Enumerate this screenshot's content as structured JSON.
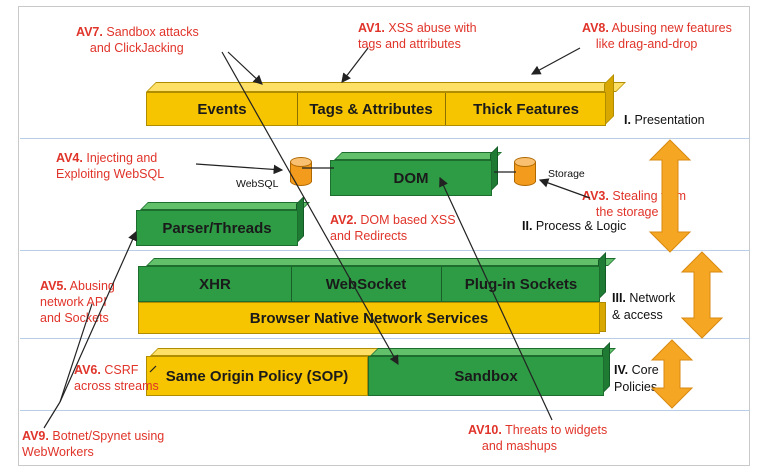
{
  "blocks": {
    "events": "Events",
    "tags_attributes": "Tags & Attributes",
    "thick_features": "Thick Features",
    "dom": "DOM",
    "parser_threads": "Parser/Threads",
    "xhr": "XHR",
    "websocket": "WebSocket",
    "plugin_sockets": "Plug-in Sockets",
    "native_network": "Browser Native Network Services",
    "sop": "Same Origin Policy (SOP)",
    "sandbox": "Sandbox"
  },
  "stores": {
    "websql": "WebSQL",
    "storage": "Storage"
  },
  "layers": {
    "presentation": {
      "num": "I.",
      "name": "Presentation"
    },
    "process": {
      "num": "II.",
      "name": "Process & Logic"
    },
    "network": {
      "num": "III.",
      "line1": "Network",
      "line2": "& access"
    },
    "core": {
      "num": "IV.",
      "line1": "Core",
      "line2": "Policies"
    }
  },
  "vectors": {
    "av1": {
      "id": "AV1.",
      "line1": "XSS abuse with",
      "line2": "tags and attributes"
    },
    "av2": {
      "id": "AV2.",
      "line1": "DOM based XSS",
      "line2": "and Redirects"
    },
    "av3": {
      "id": "AV3.",
      "line1": "Stealing from",
      "line2": "the storage"
    },
    "av4": {
      "id": "AV4.",
      "line1": "Injecting and",
      "line2": "Exploiting WebSQL"
    },
    "av5": {
      "id": "AV5.",
      "line1": "Abusing",
      "line2": "network API",
      "line3": "and Sockets"
    },
    "av6": {
      "id": "AV6.",
      "line1": "CSRF",
      "line2": "across streams"
    },
    "av7": {
      "id": "AV7.",
      "line1": "Sandbox attacks",
      "line2": "and ClickJacking"
    },
    "av8": {
      "id": "AV8.",
      "line1": "Abusing new features",
      "line2": "like drag-and-drop"
    },
    "av9": {
      "id": "AV9.",
      "line1": "Botnet/Spynet using",
      "line2": "WebWorkers"
    },
    "av10": {
      "id": "AV10.",
      "line1": "Threats to widgets",
      "line2": "and mashups"
    }
  },
  "colors": {
    "attack_text": "#e0342a",
    "yellow_block": "#f7c500",
    "green_block": "#2e9b45",
    "arrow_orange": "#f5a623",
    "storage_cylinder": "#f29b1c"
  }
}
